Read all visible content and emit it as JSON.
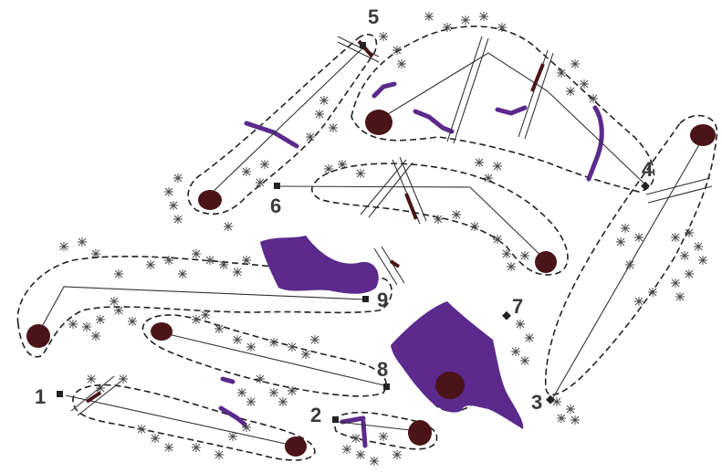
{
  "holes": [
    {
      "number": "1"
    },
    {
      "number": "2"
    },
    {
      "number": "3"
    },
    {
      "number": "4"
    },
    {
      "number": "5"
    },
    {
      "number": "6"
    },
    {
      "number": "7"
    },
    {
      "number": "8"
    },
    {
      "number": "9"
    }
  ],
  "colors": {
    "green": "#4a1418",
    "water": "#5b2a8c",
    "outline": "#222222",
    "background": "#ffffff"
  }
}
